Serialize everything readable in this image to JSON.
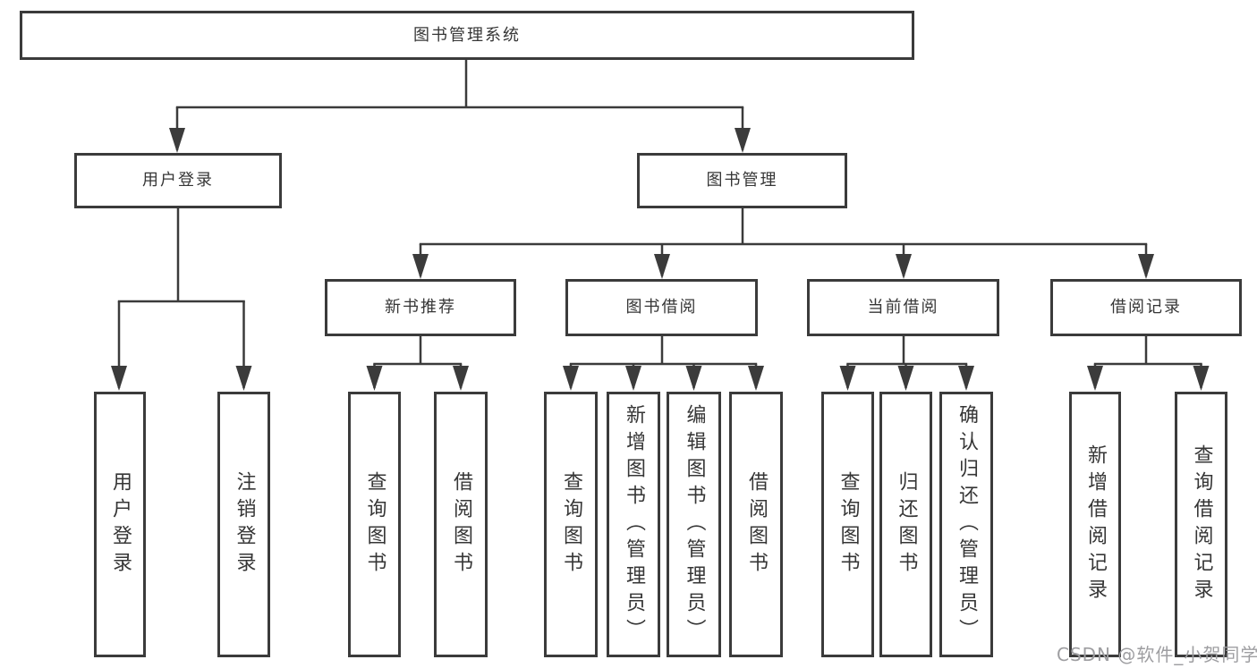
{
  "tree": {
    "root": {
      "label": "图书管理系统"
    },
    "children": [
      {
        "label": "用户登录",
        "children": [
          {
            "label": "用户登录"
          },
          {
            "label": "注销登录"
          }
        ]
      },
      {
        "label": "图书管理",
        "children": [
          {
            "label": "新书推荐",
            "children": [
              {
                "label": "查询图书"
              },
              {
                "label": "借阅图书"
              }
            ]
          },
          {
            "label": "图书借阅",
            "children": [
              {
                "label": "查询图书"
              },
              {
                "label": "新增图书（管理员）"
              },
              {
                "label": "编辑图书（管理员）"
              },
              {
                "label": "借阅图书"
              }
            ]
          },
          {
            "label": "当前借阅",
            "children": [
              {
                "label": "查询图书"
              },
              {
                "label": "归还图书"
              },
              {
                "label": "确认归还（管理员）"
              }
            ]
          },
          {
            "label": "借阅记录",
            "children": [
              {
                "label": "新增借阅记录"
              },
              {
                "label": "查询借阅记录"
              }
            ]
          }
        ]
      }
    ]
  },
  "watermark": {
    "text": "CSDN @软件_小贺同学"
  },
  "colors": {
    "line": "#3b3b3b",
    "box_border": "#3b3b3b",
    "text": "#363636",
    "watermark": "#9e9ea1",
    "background": "#ffffff"
  }
}
